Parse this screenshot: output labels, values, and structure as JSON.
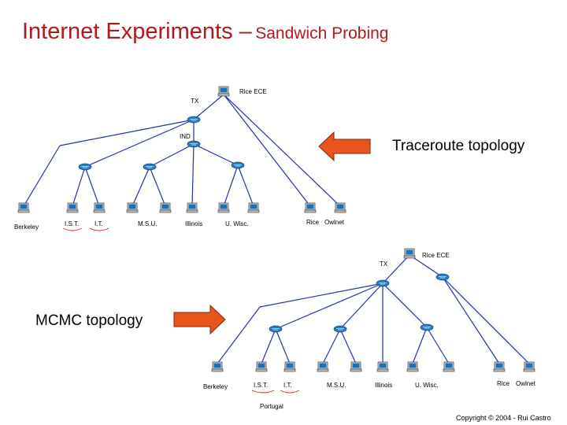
{
  "title": {
    "main": "Internet Experiments –",
    "sub": "Sandwich Probing"
  },
  "labels": {
    "traceroute": "Traceroute topology",
    "mcmc": "MCMC topology"
  },
  "copyright": "Copyright © 2004 - Rui Castro",
  "colors": {
    "title": "#b01a1a",
    "arrow_fill": "#e8541c",
    "line": "#2233aa",
    "router": "#2a7bc0",
    "bracket": "#cc2222"
  },
  "traceroute_tree": {
    "source_label": "Rice ECE",
    "router_labels": [
      "TX",
      "IND"
    ],
    "leaf_labels": [
      "Berkeley",
      "I.S.T.",
      "I.T.",
      "M.S.U.",
      "Illinois",
      "U. Wisc.",
      "Rice",
      "Owlnet"
    ]
  },
  "mcmc_tree": {
    "source_label": "Rice ECE",
    "router_labels": [
      "TX"
    ],
    "leaf_labels": [
      "Berkeley",
      "I.S.T.",
      "I.T.",
      "M.S.U.",
      "Illinois",
      "U. Wisc.",
      "Rice",
      "Owlnet"
    ],
    "group_label": "Portugal"
  }
}
